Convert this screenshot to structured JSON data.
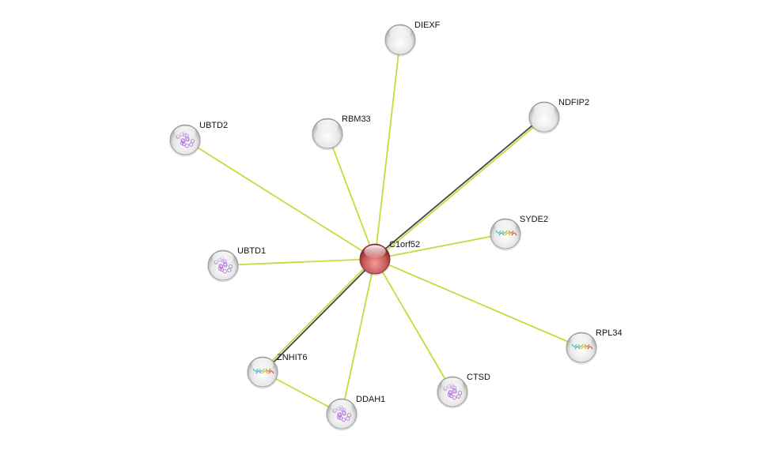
{
  "network": {
    "center": "C1orf52",
    "nodes": [
      {
        "id": "C1orf52",
        "query": true,
        "structure": "none"
      },
      {
        "id": "DIEXF",
        "structure": "none"
      },
      {
        "id": "NDFIP2",
        "structure": "none"
      },
      {
        "id": "UBTD2",
        "structure": "purple"
      },
      {
        "id": "RBM33",
        "structure": "none"
      },
      {
        "id": "SYDE2",
        "structure": "rainbow"
      },
      {
        "id": "UBTD1",
        "structure": "purple"
      },
      {
        "id": "RPL34",
        "structure": "rainbow"
      },
      {
        "id": "ZNHIT6",
        "structure": "rainbow"
      },
      {
        "id": "CTSD",
        "structure": "purple"
      },
      {
        "id": "DDAH1",
        "structure": "purple"
      }
    ],
    "edges": [
      {
        "a": "C1orf52",
        "b": "DIEXF",
        "types": [
          "textmining"
        ]
      },
      {
        "a": "C1orf52",
        "b": "NDFIP2",
        "types": [
          "coexpression",
          "textmining"
        ]
      },
      {
        "a": "C1orf52",
        "b": "UBTD2",
        "types": [
          "textmining"
        ]
      },
      {
        "a": "C1orf52",
        "b": "RBM33",
        "types": [
          "textmining"
        ]
      },
      {
        "a": "C1orf52",
        "b": "SYDE2",
        "types": [
          "textmining"
        ]
      },
      {
        "a": "C1orf52",
        "b": "UBTD1",
        "types": [
          "textmining"
        ]
      },
      {
        "a": "C1orf52",
        "b": "RPL34",
        "types": [
          "textmining"
        ]
      },
      {
        "a": "C1orf52",
        "b": "ZNHIT6",
        "types": [
          "coexpression",
          "textmining"
        ]
      },
      {
        "a": "C1orf52",
        "b": "CTSD",
        "types": [
          "textmining"
        ]
      },
      {
        "a": "C1orf52",
        "b": "DDAH1",
        "types": [
          "textmining"
        ]
      },
      {
        "a": "ZNHIT6",
        "b": "DDAH1",
        "types": [
          "textmining"
        ]
      }
    ],
    "colors": {
      "textmining": "#c6dc3c",
      "coexpression": "#444444",
      "query_node": "#d05a5a",
      "node": "#e4e4e4"
    }
  }
}
